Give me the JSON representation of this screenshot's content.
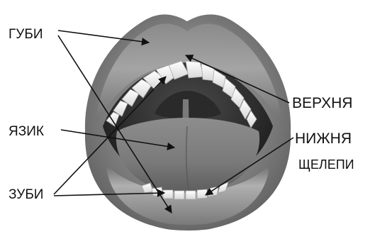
{
  "diagram": {
    "labels": {
      "lips": "ГУБИ",
      "tongue": "ЯЗИК",
      "teeth": "ЗУБИ",
      "upper": "ВЕРХНЯ",
      "lower": "НИЖНЯ",
      "jaws": "ЩЕЛЕПИ"
    }
  }
}
